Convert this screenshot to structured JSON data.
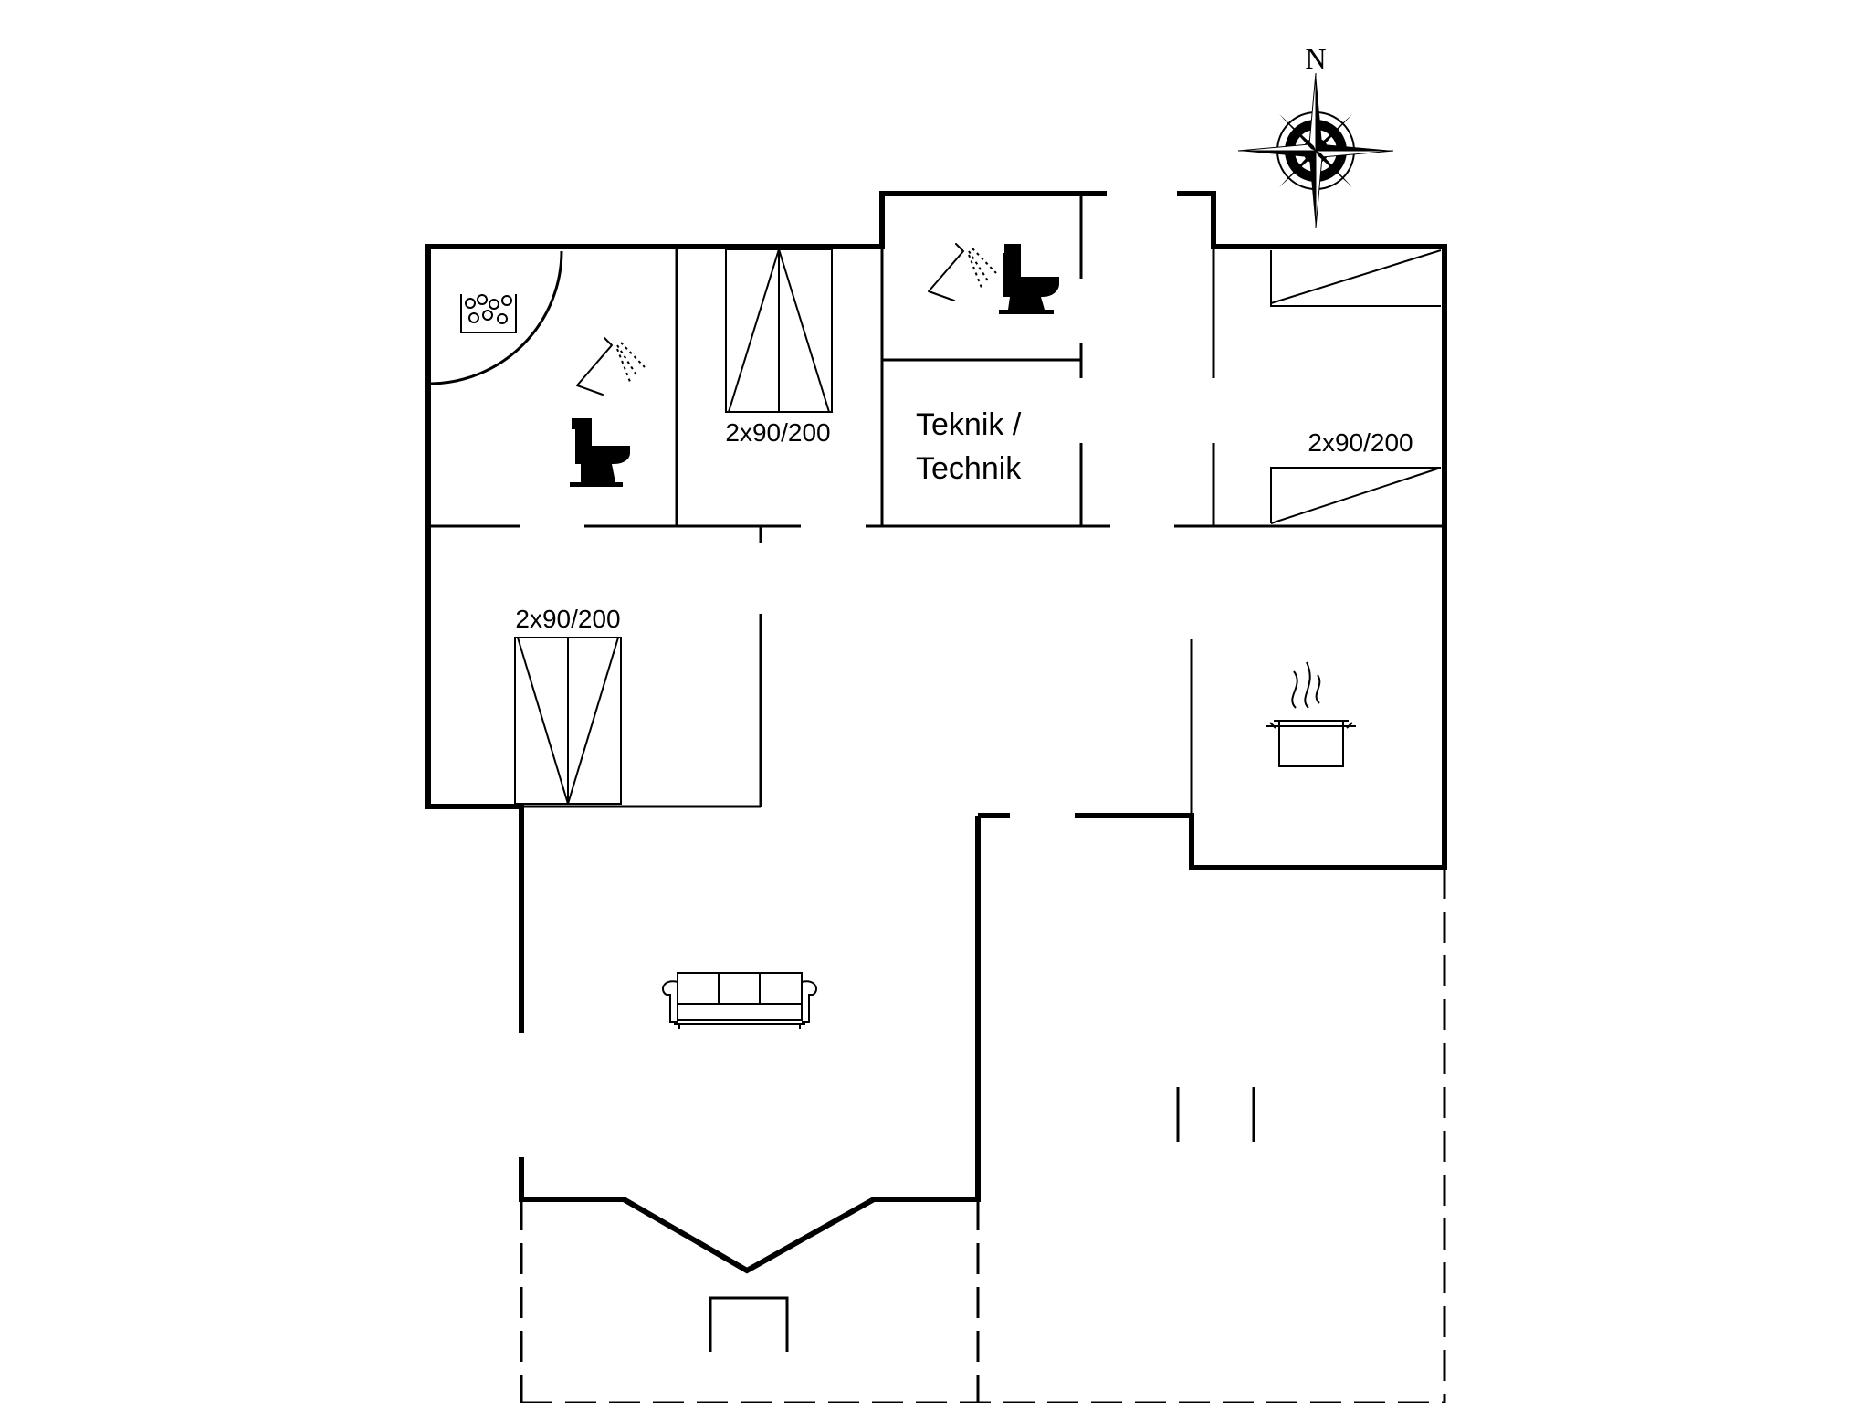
{
  "compass": {
    "north_label": "N"
  },
  "rooms": {
    "bed_top": {
      "bed_label": "2x90/200"
    },
    "technik": {
      "line1": "Teknik /",
      "line2": "Technik"
    },
    "bed_right": {
      "bed_label": "2x90/200"
    },
    "bed_left": {
      "bed_label": "2x90/200"
    }
  },
  "icons": [
    "whirlpool-icon",
    "shower-icon",
    "toilet-icon",
    "kitchen-pot-icon",
    "sofa-icon",
    "compass-rose-icon"
  ]
}
